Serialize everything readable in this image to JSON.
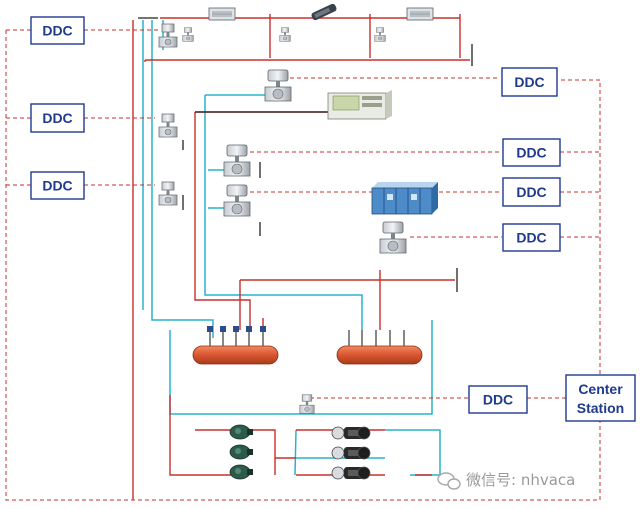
{
  "diagram": {
    "ddc_label": "DDC",
    "center_station": {
      "line1": "Center",
      "line2": "Station"
    },
    "watermark": "微信号: nhvaca",
    "colors": {
      "ddc_text": "#1f3a8f",
      "ddc_border": "#1f3a8f",
      "signal_line": "#c8302c",
      "supply_pipe": "#c8302c",
      "return_pipe": "#29b3c9",
      "header_tank": "#d9552f",
      "pump": "#2d5a4a",
      "chiller": "#2a2a2a"
    },
    "icons": [
      "ddc-controller",
      "valve-actuator",
      "fan-coil-unit",
      "air-handling-unit",
      "heat-exchanger-box",
      "header-tank",
      "pump",
      "chiller",
      "wechat-logo"
    ]
  }
}
